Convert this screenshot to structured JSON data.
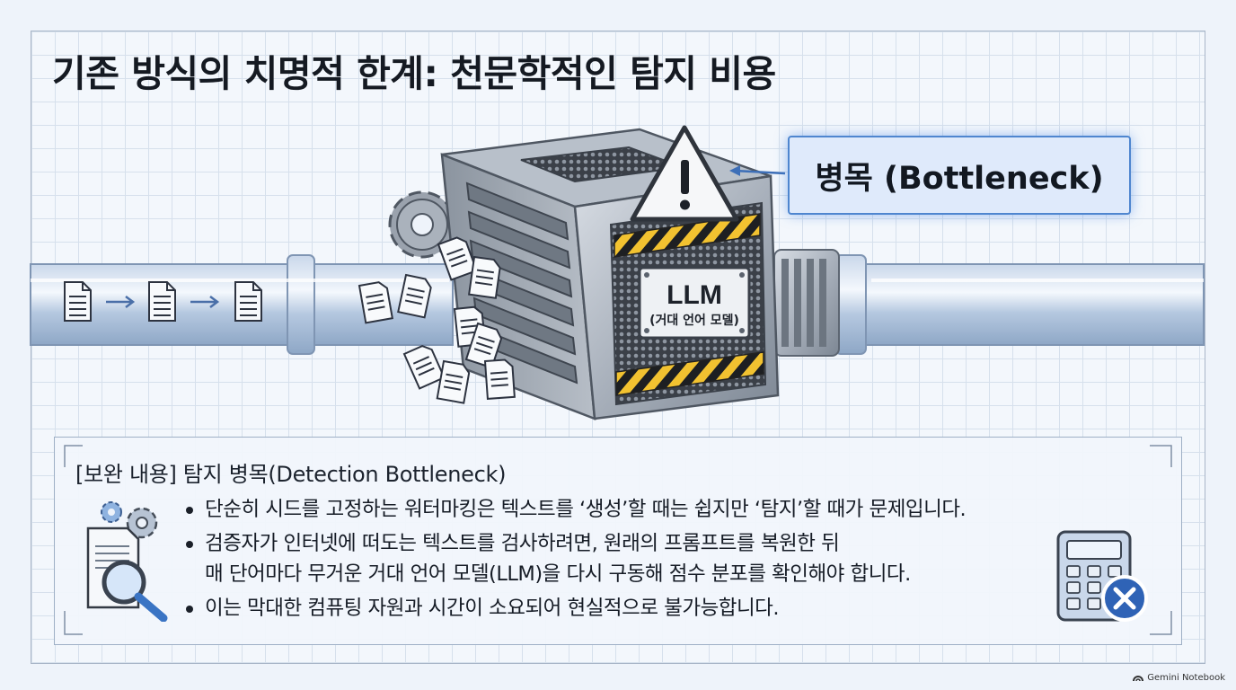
{
  "title": "기존 방식의 치명적 한계: 천문학적인 탐지 비용",
  "callout_label": "병목 (Bottleneck)",
  "llm_box": {
    "label": "LLM",
    "sublabel": "(거대 언어 모델)"
  },
  "panel": {
    "title": "[보완 내용] 탐지 병목(Detection Bottleneck)",
    "bullets": [
      {
        "lines": [
          "단순히 시드를 고정하는 워터마킹은 텍스트를 ‘생성’할 때는 쉽지만 ‘탐지’할 때가 문제입니다."
        ]
      },
      {
        "lines": [
          "검증자가 인터넷에 떠도는  텍스트를 검사하려면, 원래의 프롬프트를 복원한 뒤",
          "매 단어마다 무거운 거대 언어 모델(LLM)을 다시 구동해 점수 분포를 확인해야 합니다."
        ]
      },
      {
        "lines": [
          "이는 막대한 컴퓨팅 자원과 시간이 소요되어 현실적으로 불가능합니다."
        ]
      }
    ]
  },
  "brand": "Gemini Notebook",
  "colors": {
    "accent": "#4f86cf",
    "hazard_yellow": "#f2c230",
    "pipe": "#9fb6d3",
    "cancel_blue": "#2f63b6"
  }
}
